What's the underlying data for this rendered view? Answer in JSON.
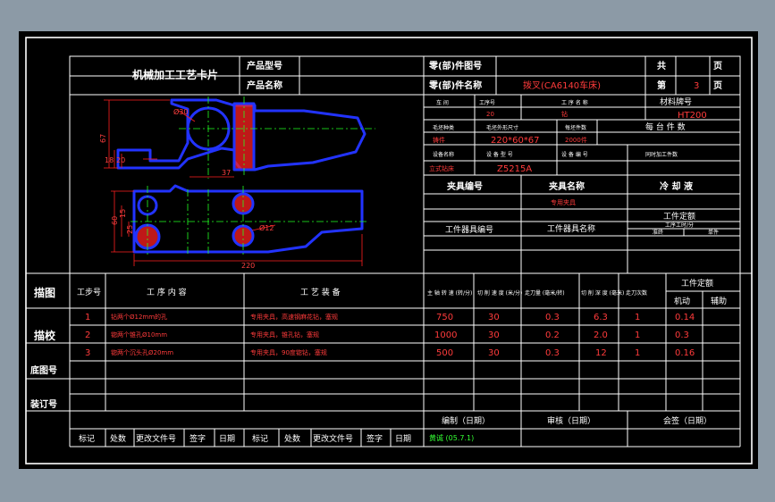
{
  "header": {
    "card_title": "机械加工工艺卡片",
    "product_model_label": "产品型号",
    "product_name_label": "产品名称",
    "part_drawing_no_label": "零(部)件图号",
    "part_name_label": "零(部)件名称",
    "part_name_value": "拨叉(CA6140车床)",
    "total_label": "共",
    "page_label": "页",
    "sheet_label": "第",
    "sheet_value": "3",
    "sheet_page_label": "页"
  },
  "info": {
    "workshop_label": "车 间",
    "process_no_label": "工序号",
    "process_name_label": "工 序 名 称",
    "material_label": "材料牌号",
    "process_no_value": "20",
    "process_name_value": "钻",
    "material_value": "HT200",
    "blank_type_label": "毛坯种类",
    "blank_size_label": "毛坯外形尺寸",
    "blank_count_label": "每坯件数",
    "per_unit_label": "每 台 件 数",
    "blank_type_value": "铸件",
    "blank_size_value": "220*60*67",
    "blank_count_value": "2000件",
    "equipment_name_label": "设备名称",
    "equipment_model_label": "设 备 型 号",
    "equipment_no_label": "设 备 编 号",
    "simultaneous_label": "同时加工件数",
    "equipment_name_value": "立式钻床",
    "equipment_model_value": "Z5215A",
    "fixture_no_label": "夹具编号",
    "fixture_name_label": "夹具名称",
    "coolant_label": "冷 却 液",
    "fixture_name_value": "专用夹具",
    "work_time_quota_label": "工件定额",
    "station_tool_no_label": "工件器具编号",
    "station_tool_name_label": "工件器具名称",
    "quota_sub_label": "工序工时/分",
    "quota_prep_label": "准终",
    "quota_unit_label": "单件"
  },
  "drawing": {
    "dim_67": "67",
    "dim_18": "18",
    "dim_20": "20",
    "dim_phi30": "Ø30",
    "dim_37": "37",
    "dim_60": "60",
    "dim_15": "15",
    "dim_25": "25",
    "dim_phi12": "Ø12",
    "dim_220": "220"
  },
  "ops": {
    "side_title": "描图",
    "side_check": "描校",
    "side_base": "底图号",
    "side_bind": "装订号",
    "col_step": "工步号",
    "col_content": "工 序 内 容",
    "col_equipment": "工 艺 装 备",
    "col_speed": "主 轴 转 速 (转/分)",
    "col_cut_speed": "切 削 速 度 (米/分)",
    "col_feed": "走刀量 (毫米/转)",
    "col_depth": "切 削 深 度 (毫米)",
    "col_passes": "走刀次数",
    "col_time_quota": "工件定额",
    "col_machine": "机动",
    "col_aux": "辅助",
    "rows": [
      {
        "step": "1",
        "content": "钻两个Ø12mm的孔",
        "equipment": "专用夹具，高速钢麻花钻，塞规",
        "speed": "750",
        "cut": "30",
        "feed": "0.3",
        "depth": "6.3",
        "passes": "1",
        "machine": "0.14"
      },
      {
        "step": "2",
        "content": "锪两个锥孔Ø10mm",
        "equipment": "专用夹具，锥孔钻，塞规",
        "speed": "1000",
        "cut": "30",
        "feed": "0.2",
        "depth": "2.0",
        "passes": "1",
        "machine": "0.3"
      },
      {
        "step": "3",
        "content": "锪两个沉头孔Ø20mm",
        "equipment": "专用夹具，90度锪钻，塞规",
        "speed": "500",
        "cut": "30",
        "feed": "0.3",
        "depth": "12",
        "passes": "1",
        "machine": "0.16"
      }
    ]
  },
  "footer": {
    "compile_label": "编制（日期）",
    "review_label": "审核（日期）",
    "countersign_label": "会签（日期）",
    "compile_value": "黄诚 (05.7.1)",
    "mark": "标记",
    "count": "处数",
    "change_doc": "更改文件号",
    "sign": "签字",
    "date": "日期"
  }
}
